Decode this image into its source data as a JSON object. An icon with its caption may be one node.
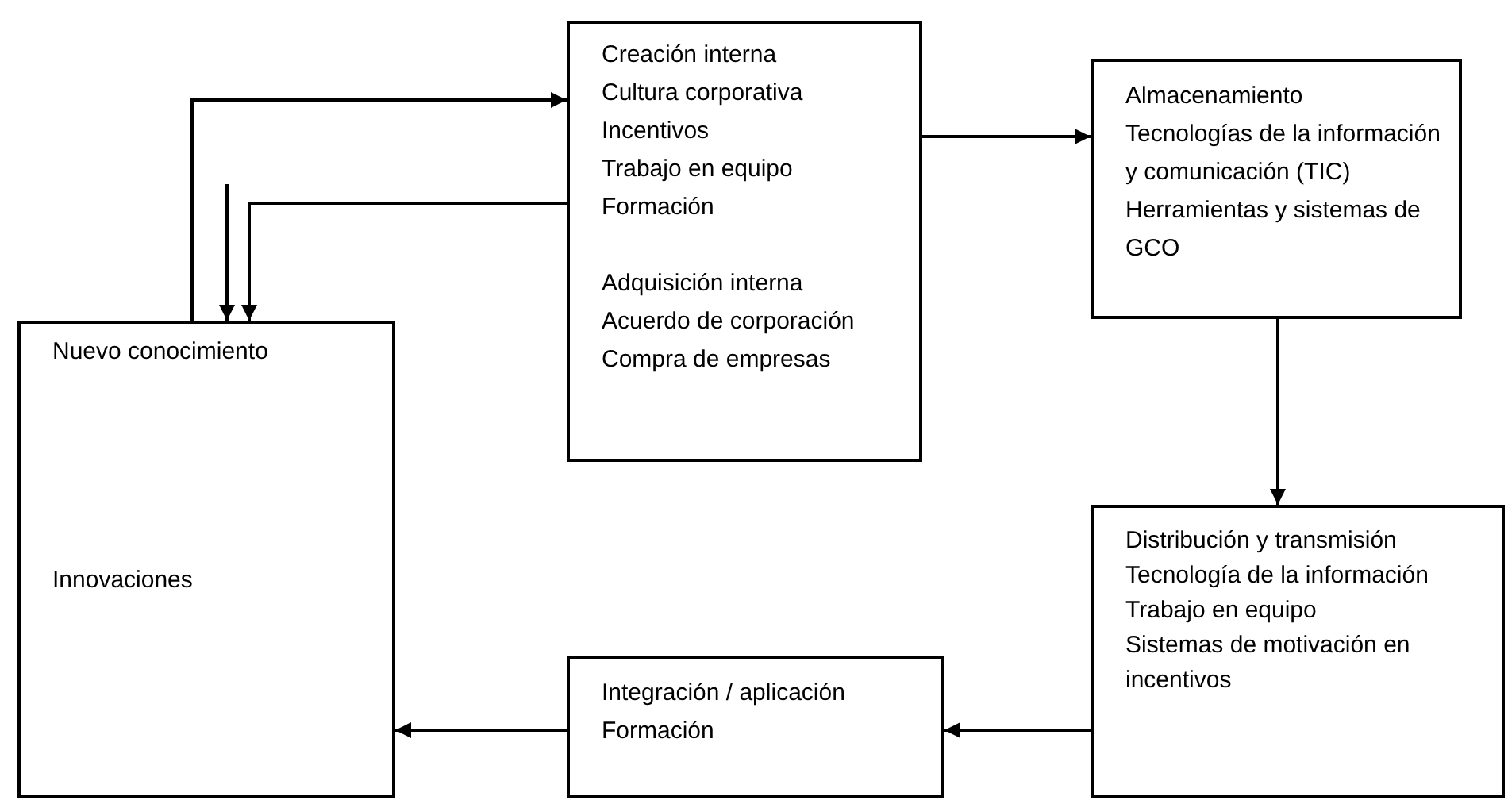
{
  "diagram": {
    "nodes": [
      {
        "text": [
          "Nuevo conocimiento",
          "Innovaciones"
        ]
      },
      {
        "text": [
          "Creación interna",
          "Cultura corporativa",
          "Incentivos",
          "Trabajo en equipo",
          "Formación",
          "Adquisición interna",
          "Acuerdo de corporación",
          "Compra de empresas"
        ]
      },
      {
        "text": [
          "Almacenamiento",
          "Tecnologías de la información y comunicación (TIC)",
          "Herramientas y sistemas de GCO"
        ]
      },
      {
        "text": [
          "Distribución y transmisión",
          "Tecnología de la información",
          "Trabajo en equipo",
          "Sistemas de motivación en incentivos"
        ]
      },
      {
        "text": [
          "Integración / aplicación",
          "Formación"
        ]
      }
    ],
    "edges": [
      {
        "from": 0,
        "to": 1,
        "arrow": "to"
      },
      {
        "from": 1,
        "to": 0,
        "arrow": "to"
      },
      {
        "from": null,
        "to": 0,
        "arrow": "to"
      },
      {
        "from": 1,
        "to": 2,
        "arrow": "to"
      },
      {
        "from": 2,
        "to": 3,
        "arrow": "to"
      },
      {
        "from": 3,
        "to": 4,
        "arrow": "to"
      },
      {
        "from": 4,
        "to": 0,
        "arrow": "to"
      }
    ]
  }
}
